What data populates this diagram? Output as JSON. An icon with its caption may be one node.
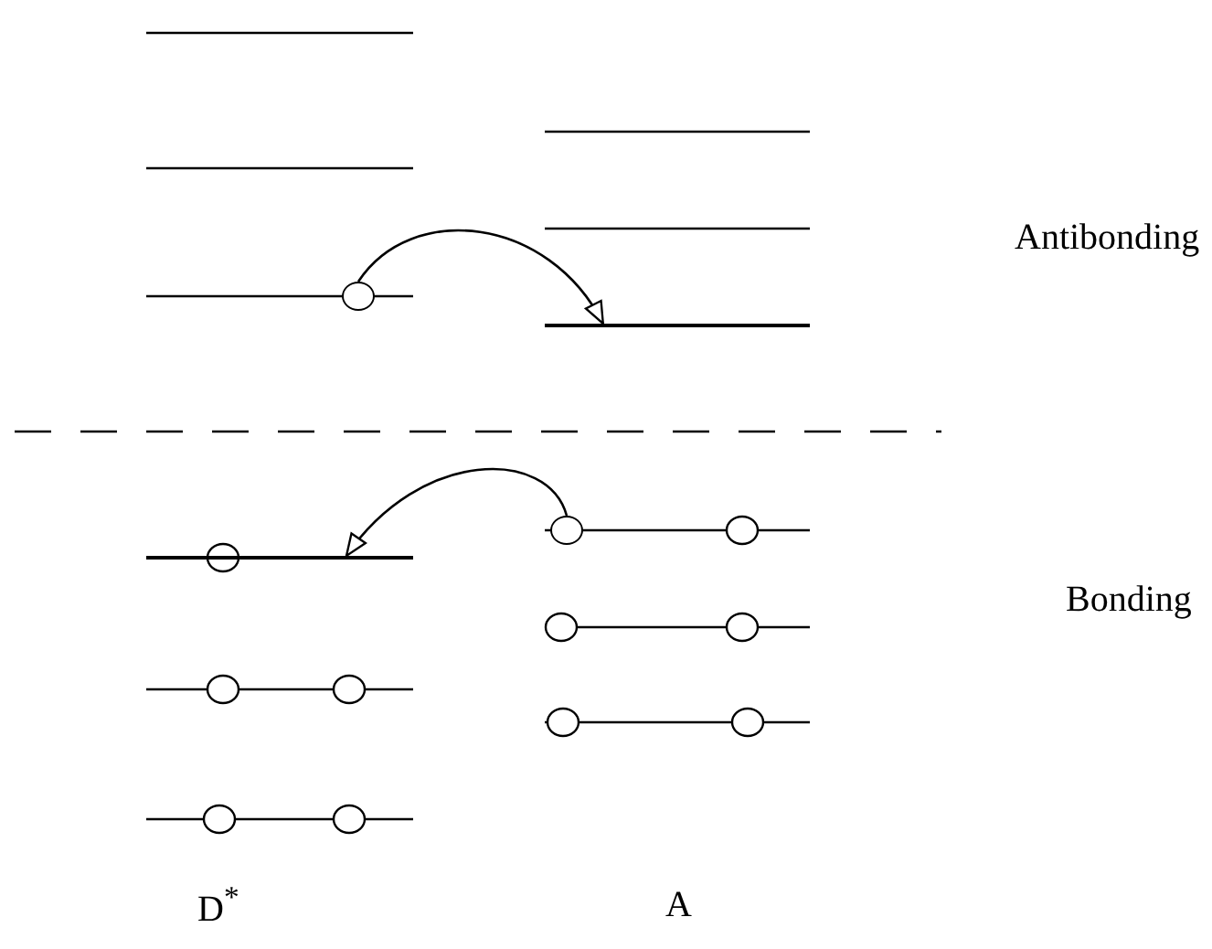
{
  "diagram": {
    "nodes": [
      {
        "text": [],
        "shape": "circle"
      },
      {
        "text": [],
        "shape": "bar"
      },
      {
        "text": [],
        "shape": "circle"
      },
      {
        "text": [],
        "shape": "bar"
      }
    ],
    "edges": [
      {
        "from": 0,
        "to": 1,
        "arrow": "to"
      },
      {
        "from": 2,
        "to": 3,
        "arrow": "to"
      }
    ],
    "labels": [
      "Antibonding",
      "Bonding",
      "D$^{*}$",
      "A"
    ]
  }
}
